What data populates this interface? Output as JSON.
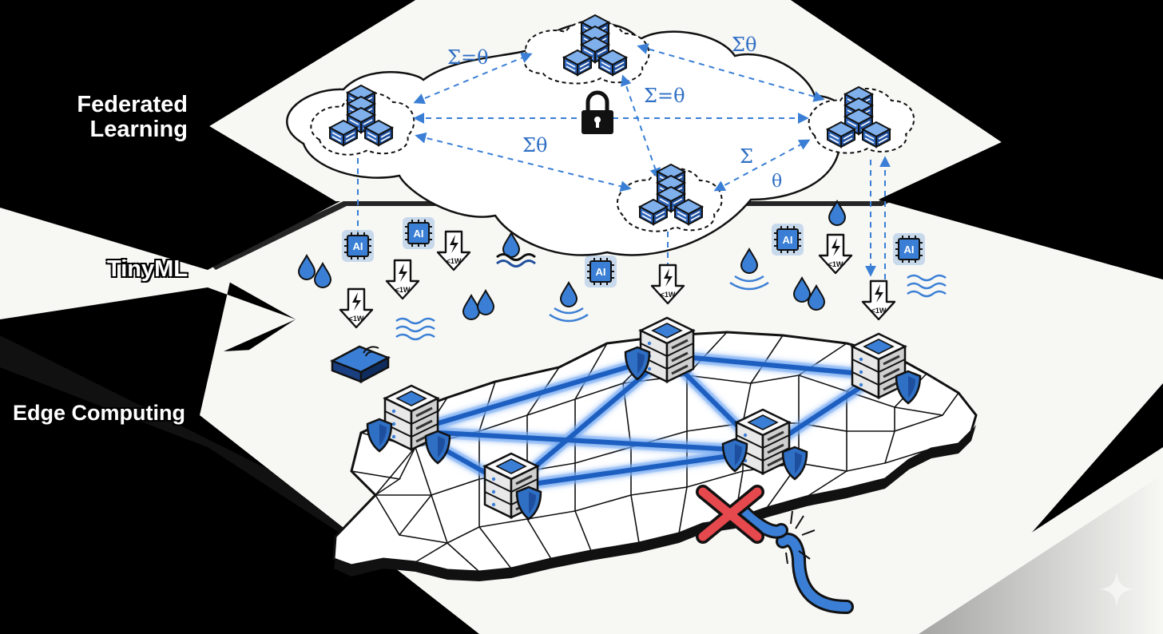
{
  "layers": {
    "federated_learning": [
      "Federated",
      "Learning"
    ],
    "tinyml": "TinyML",
    "edge_computing": "Edge Computing"
  },
  "aggregation_labels": [
    "Σ=θ",
    "Σθ",
    "Σ=θ",
    "Σθ",
    "Σ",
    "θ"
  ],
  "chip_label": "AI",
  "power_label": "<1W",
  "colors": {
    "accent": "#3a7fd5",
    "accent_dark": "#1f4f9c",
    "background": "#000000",
    "plane": "#f7f7f4",
    "failure": "#e5484d"
  },
  "icons": [
    "server-stack-icon",
    "lock-icon",
    "ai-chip-icon",
    "power-arrow-icon",
    "water-drop-icon",
    "wave-icon",
    "edge-server-icon",
    "shield-icon",
    "router-icon",
    "broken-link-icon",
    "sparkle-icon"
  ]
}
